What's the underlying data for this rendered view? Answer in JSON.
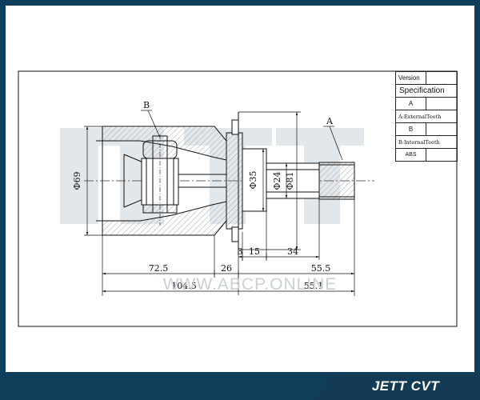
{
  "footer": {
    "title": "JETT CVT"
  },
  "watermark": "WWW.ABCP.ONLINE",
  "callouts": {
    "a": "A",
    "b": "B"
  },
  "dimensions": {
    "outer_housing_dia": "Φ69",
    "stem_dia_35": "Φ35",
    "stem_dia_24": "Φ24",
    "stem_dia_81": "Φ81",
    "d_3": "3",
    "d_15": "15",
    "d_34": "34",
    "d_72_5": "72.5",
    "d_26": "26",
    "d_55_5": "55.5",
    "d_104_5": "104.5",
    "d_55_1": "55.1"
  },
  "spec_table": {
    "version_label": "Version",
    "version_value": "",
    "specification_label": "Specification",
    "rows": [
      {
        "label": "A",
        "value": ""
      },
      {
        "label": "A:ExternalTeeth",
        "value": ""
      },
      {
        "label": "B",
        "value": ""
      },
      {
        "label": "B:InternalTeeth",
        "value": ""
      },
      {
        "label": "ABS",
        "value": ""
      }
    ]
  },
  "colors": {
    "frame": "#0f3f5b",
    "banner": "#0f3f5b",
    "hatch": "#b8b8b8",
    "watermark_logo": "#dde3e8"
  }
}
